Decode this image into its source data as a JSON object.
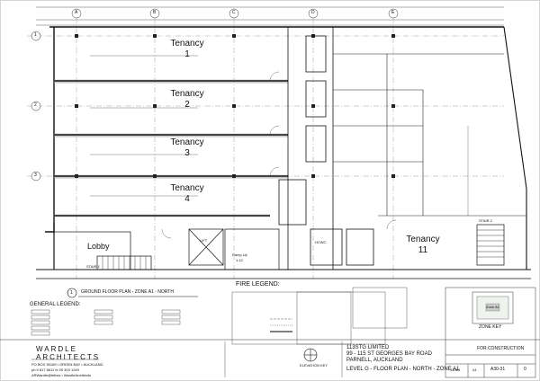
{
  "grid_columns": [
    "A",
    "B",
    "C",
    "D",
    "E"
  ],
  "grid_rows": [
    "1",
    "2",
    "3"
  ],
  "tenancies": [
    {
      "label": "Tenancy",
      "number": "1"
    },
    {
      "label": "Tenancy",
      "number": "2"
    },
    {
      "label": "Tenancy",
      "number": "3"
    },
    {
      "label": "Tenancy",
      "number": "4"
    },
    {
      "label": "Tenancy",
      "number": "11"
    }
  ],
  "rooms": {
    "lobby": "Lobby",
    "stair_left": "STAIR 1",
    "stair_right": "STAIR 2",
    "lift": "LIFT",
    "ramp": "Ramp Up",
    "ramp_value": "1:12",
    "hcwc": "HCWC"
  },
  "plan_title": "GROUND FLOOR PLAN - ZONE A1 - NORTH",
  "plan_number": "1",
  "fire_legend_title": "FIRE LEGEND:",
  "general_legend_title": "GENERAL LEGEND:",
  "zone_key_label": "ZONE KEY",
  "zone_key_tag": "Zone A1",
  "elevation_key": "ELEVATION KEY",
  "architect": {
    "name_top": "WARDLE",
    "name_bottom": "ARCHITECTS",
    "line1": "PO BOX 90169  •  GREEN BAY  •  AUCKLAND",
    "line2": "ph 9 817 8611        fx 09 303 1249",
    "line3": "ARWardle@fellow  •  WardleArchitects"
  },
  "project": {
    "client": "113STG LIMITED",
    "address1": "99 - 115 ST GEORGES BAY ROAD",
    "address2": "PARNELL, AUCKLAND",
    "sheet_title": "LEVEL G - FLOOR PLAN - NORTH - ZONE A1"
  },
  "status": "FOR CONSTRUCTION",
  "title_block": {
    "job": "14064",
    "size": "A1",
    "drawing": "A30-31",
    "revision": "0"
  }
}
